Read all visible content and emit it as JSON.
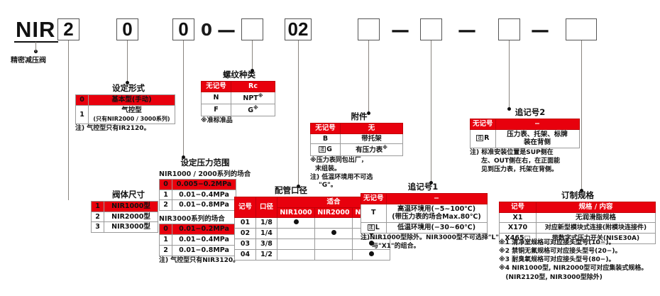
{
  "code_row": {
    "model_prefix": "NIR",
    "model_caption": "精密减压阀",
    "boxes": [
      "2",
      "0",
      "0",
      "",
      "02",
      "",
      "",
      ""
    ],
    "plain_zero": "0",
    "dash": "—"
  },
  "setting_type": {
    "title": "设定形式",
    "rows": [
      {
        "sym": "0",
        "desc": "基本型(手动)",
        "highlight": true
      },
      {
        "sym": "1",
        "desc": "气控型",
        "desc2": "(只有NIR2000 / 3000系列)",
        "highlight": false
      }
    ],
    "note": "注) 气控型只有IR2120。"
  },
  "thread_type": {
    "title": "螺纹种类",
    "header": [
      "无记号",
      "Rc"
    ],
    "rows": [
      {
        "sym": "N",
        "val": "NPT",
        "mark": "※"
      },
      {
        "sym": "F",
        "val": "G",
        "mark": "※"
      }
    ],
    "note": "※准标准品"
  },
  "accessory": {
    "title": "附件",
    "header": [
      "无记号",
      "无"
    ],
    "rows": [
      {
        "sym": "B",
        "prefix": "",
        "desc": "带托架",
        "mark": ""
      },
      {
        "sym": "G",
        "prefix": "注",
        "desc": "有压力表",
        "mark": "※"
      }
    ],
    "note1": "※压力表同包出厂，",
    "note2": "末组装。",
    "note3": "注) 低温环境用不可选",
    "note4": "\"G\"。"
  },
  "mark2": {
    "title": "追记号2",
    "header": [
      "无记号",
      "−"
    ],
    "rows": [
      {
        "sym": "R",
        "prefix": "注",
        "desc1": "压力表、托架、标牌",
        "desc2": "装在背侧"
      }
    ],
    "note1": "注) 标准安装位置是SUP侧在",
    "note2": "左、OUT侧在右，在正面能",
    "note3": "见到压力表，托架在背侧。"
  },
  "valve_size": {
    "title": "阀体尺寸",
    "rows": [
      {
        "sym": "1",
        "desc": "NIR1000型",
        "highlight": true
      },
      {
        "sym": "2",
        "desc": "NIR2000型",
        "highlight": false
      },
      {
        "sym": "3",
        "desc": "NIR3000型",
        "highlight": false
      }
    ]
  },
  "pressure_range": {
    "title": "设定压力范围",
    "group1_label": "NIR1000 / 2000系列的场合",
    "group1_rows": [
      {
        "sym": "0",
        "desc": "0.005−0.2MPa",
        "highlight": true
      },
      {
        "sym": "1",
        "desc": "0.01−0.4MPa",
        "highlight": false
      },
      {
        "sym": "2",
        "desc": "0.01−0.8MPa",
        "highlight": false
      }
    ],
    "group2_label": "NIR3000系列的场合",
    "group2_rows": [
      {
        "sym": "0",
        "desc": "0.01−0.2MPa",
        "highlight": true
      },
      {
        "sym": "1",
        "desc": "0.01−0.4MPa",
        "highlight": false
      },
      {
        "sym": "2",
        "desc": "0.01−0.8MPa",
        "highlight": false
      }
    ],
    "note": "注) 气控型只有NIR3120。"
  },
  "piping": {
    "title": "配管口径",
    "header_sym": "记号",
    "header_bore": "口径",
    "header_fit": "适合",
    "fit_cols": [
      "NIR1000",
      "NIR2000",
      "NIR3000"
    ],
    "rows": [
      {
        "sym": "01",
        "bore": "1/8",
        "fit": [
          true,
          false,
          false
        ]
      },
      {
        "sym": "02",
        "bore": "1/4",
        "fit": [
          false,
          true,
          true
        ]
      },
      {
        "sym": "03",
        "bore": "3/8",
        "fit": [
          false,
          false,
          true
        ]
      },
      {
        "sym": "04",
        "bore": "1/2",
        "fit": [
          false,
          false,
          true
        ]
      }
    ]
  },
  "mark1": {
    "title": "追记号1",
    "header": [
      "无记号",
      "−"
    ],
    "rows": [
      {
        "sym": "T",
        "prefix": "",
        "desc1": "高温环境用(−5~100℃)",
        "desc2": "(带压力表的场合Max.80℃)"
      },
      {
        "sym": "L",
        "prefix": "注",
        "desc1": "低温环境用(−30~60℃)",
        "desc2": ""
      }
    ],
    "note1": "注)NIR1000型除外。NIR3000型不可选择\"L\"",
    "note2": "与\"X1\"的组合。"
  },
  "custom_spec": {
    "title": "订制规格",
    "header": [
      "记号",
      "规格 / 内容"
    ],
    "rows": [
      {
        "sym": "X1",
        "desc": "无润滑脂规格"
      },
      {
        "sym": "X170",
        "desc": "对应新型模块式连接(附模块连接件)"
      },
      {
        "sym": "X465□",
        "desc": "带数字式压力开关(NISE30A)"
      }
    ]
  },
  "footnotes": [
    "※1 清净室规格可对应接头型号(10−)。",
    "※2 禁铜无氟规格可对应接头型号(20−)。",
    "※3 耐臭氧规格可对应接头型号(80−)。",
    "※4 NIR1000型, NIR2000型可对应集装式规格。",
    "   (NIR2120型, NIR3000型除外)"
  ],
  "colors": {
    "red": "#e8000d",
    "line": "#8a8580",
    "text": "#111111"
  }
}
